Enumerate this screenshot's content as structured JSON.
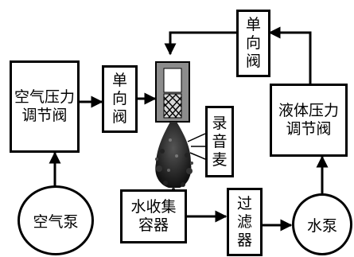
{
  "labels": {
    "air_regulator": "空气压力\n调节阀",
    "check_valve_left": "单\n向\n阀",
    "check_valve_top": "单\n向\n阀",
    "liquid_regulator": "液体压力\n调节阀",
    "microphone": "录\n音\n麦",
    "air_pump": "空气泵",
    "water_collector": "水收集\n容器",
    "filter": "过\n滤\n器",
    "water_pump": "水泵"
  }
}
